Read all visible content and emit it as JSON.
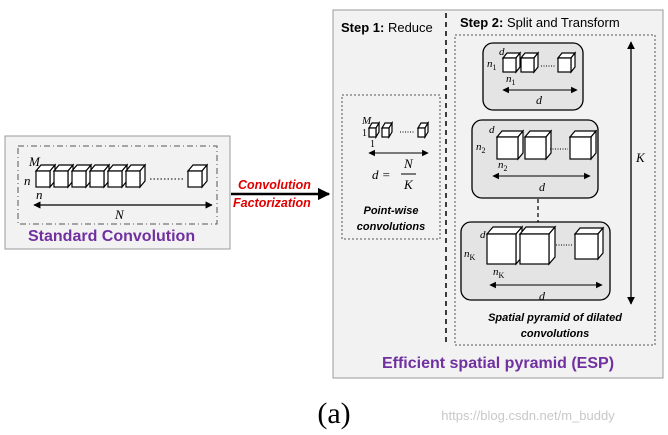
{
  "standard": {
    "title": "Standard Convolution",
    "m_label": "M",
    "n_label_side": "n",
    "n_label_bottom": "n",
    "n_big_label": "N"
  },
  "arrow": {
    "line1": "Convolution",
    "line2": "Factorization"
  },
  "esp": {
    "title": "Efficient spatial pyramid (ESP)",
    "step1": {
      "bold": "Step 1:",
      "rest": " Reduce",
      "m_label": "M",
      "one_side": "1",
      "one_bottom": "1",
      "eq_lhs": "d =",
      "eq_num": "N",
      "eq_den": "K",
      "caption_line1": "Point-wise",
      "caption_line2": "convolutions"
    },
    "step2": {
      "bold": "Step 2:",
      "rest": " Split and Transform",
      "d": "d",
      "k_label": "K",
      "n1": "n",
      "n1_sub": "1",
      "n2": "n",
      "n2_sub": "2",
      "nk": "n",
      "nk_sub": "K",
      "caption_line1": "Spatial pyramid of dilated",
      "caption_line2": "convolutions"
    }
  },
  "figure_label": "(a)",
  "watermark": "https://blog.csdn.net/m_buddy",
  "colors": {
    "purple": "#7030a0",
    "red": "#e00000",
    "panel_bg": "#f2f2f2",
    "rounded_box_bg": "#e4e4e4",
    "border": "#7f7f7f"
  }
}
